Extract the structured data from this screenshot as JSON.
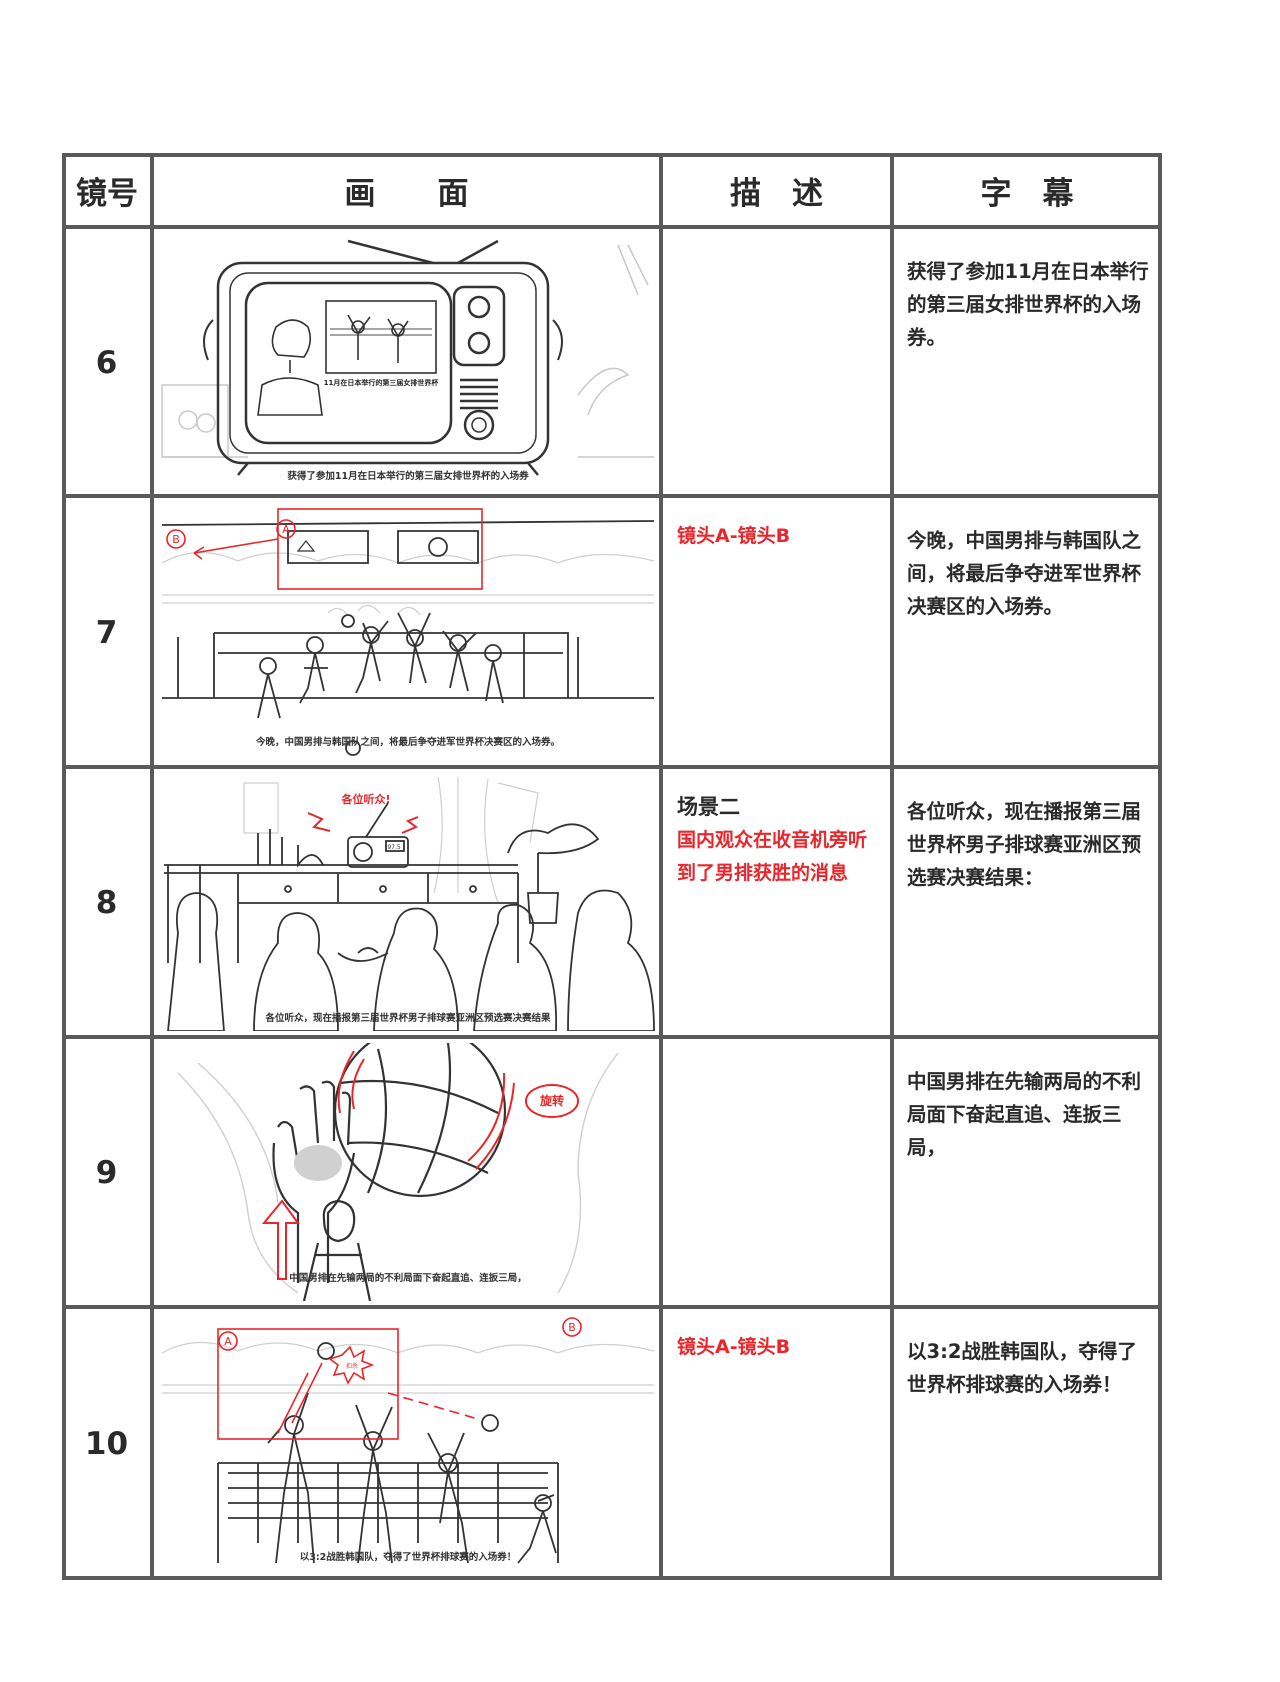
{
  "headers": {
    "shot": "镜号",
    "frame": "画　　面",
    "description": "描　述",
    "subtitle": "字　幕"
  },
  "rows": [
    {
      "shot": "6",
      "description_line1": "",
      "description_line2": "",
      "subtitle": "获得了参加11月在日本举行的第三届女排世界杯的入场券。",
      "frame_caption": "获得了参加11月在日本举行的第三届女排世界杯的入场券",
      "frame_inset_text": "11月在日本举行的第三届女排世界杯"
    },
    {
      "shot": "7",
      "description_line1": "镜头A-镜头B",
      "description_line2": "",
      "subtitle": "今晚，中国男排与韩国队之间，将最后争夺进军世界杯决赛区的入场券。",
      "frame_caption": "今晚，中国男排与韩国队之间，将最后争夺进军世界杯决赛区的入场券。",
      "frame_mark_a": "A",
      "frame_mark_b": "B"
    },
    {
      "shot": "8",
      "description_line1": "场景二",
      "description_line2": "国内观众在收音机旁听到了男排获胜的消息",
      "subtitle": "各位听众，现在播报第三届世界杯男子排球赛亚洲区预选赛决赛结果：",
      "frame_caption": "各位听众，现在播报第三届世界杯男子排球赛亚洲区预选赛决赛结果",
      "frame_callout": "各位听众!",
      "frame_radio_display": "97.5"
    },
    {
      "shot": "9",
      "description_line1": "",
      "description_line2": "",
      "subtitle": "中国男排在先输两局的不利局面下奋起直追、连扳三局，",
      "frame_caption": "中国男排在先输两局的不利局面下奋起直追、连扳三局，",
      "frame_callout": "旋转"
    },
    {
      "shot": "10",
      "description_line1": "镜头A-镜头B",
      "description_line2": "",
      "subtitle": "以3:2战胜韩国队，夺得了世界杯排球赛的入场券！",
      "frame_caption": "以3:2战胜韩国队，夺得了世界杯排球赛的入场券！",
      "frame_mark_a": "A",
      "frame_mark_b": "B",
      "frame_callout": "扣杀"
    }
  ],
  "colors": {
    "grid": "#5a5a5a",
    "accent_red": "#e8262b",
    "sketch": "#333333",
    "sketch_light": "#c8c8c8"
  }
}
